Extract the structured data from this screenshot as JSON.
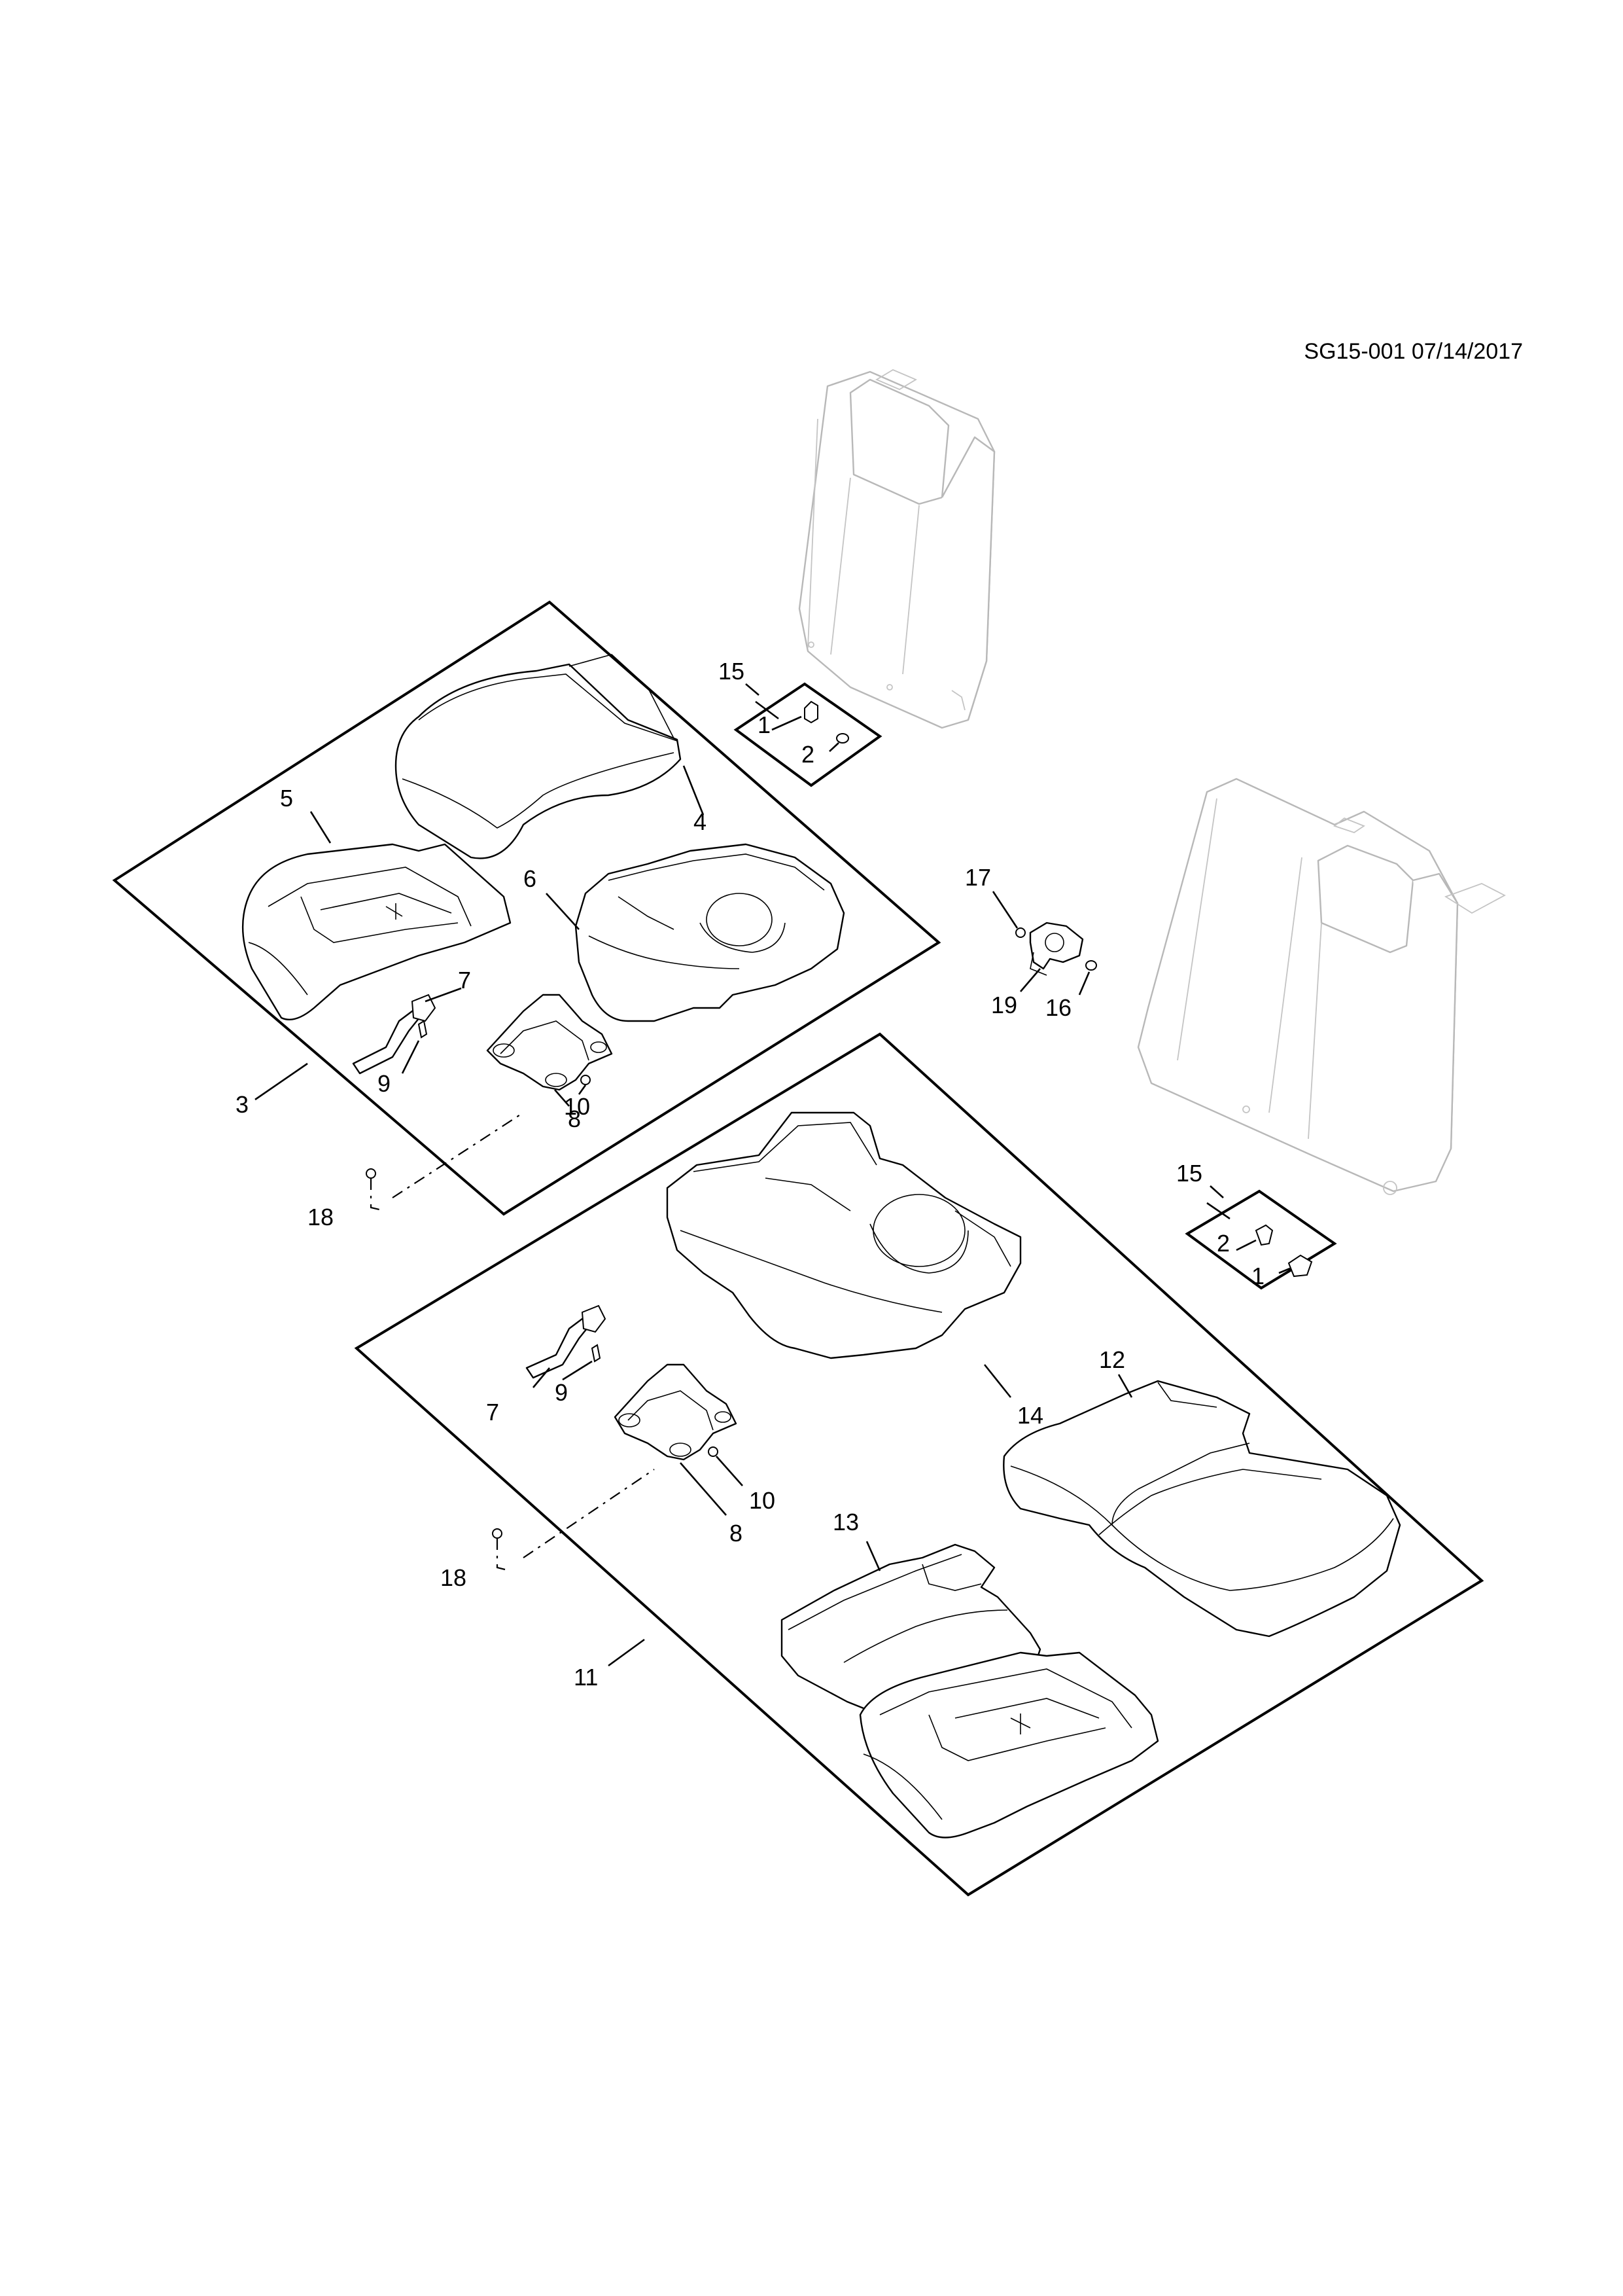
{
  "document": {
    "id_label": "SG15-001 07/14/2017"
  },
  "callouts": {
    "c1a": "1",
    "c2a": "2",
    "c15a": "15",
    "c1b": "1",
    "c2b": "2",
    "c15b": "15",
    "c3": "3",
    "c4": "4",
    "c5": "5",
    "c6": "6",
    "c7a": "7",
    "c8a": "8",
    "c9a": "9",
    "c10a": "10",
    "c11": "11",
    "c12": "12",
    "c13": "13",
    "c14": "14",
    "c7b": "7",
    "c8b": "8",
    "c9b": "9",
    "c10b": "10",
    "c16": "16",
    "c17": "17",
    "c18a": "18",
    "c18b": "18",
    "c19": "19"
  },
  "colors": {
    "ink": "#000000",
    "ghost_outline": "#b8b8b8",
    "paper": "#ffffff"
  }
}
